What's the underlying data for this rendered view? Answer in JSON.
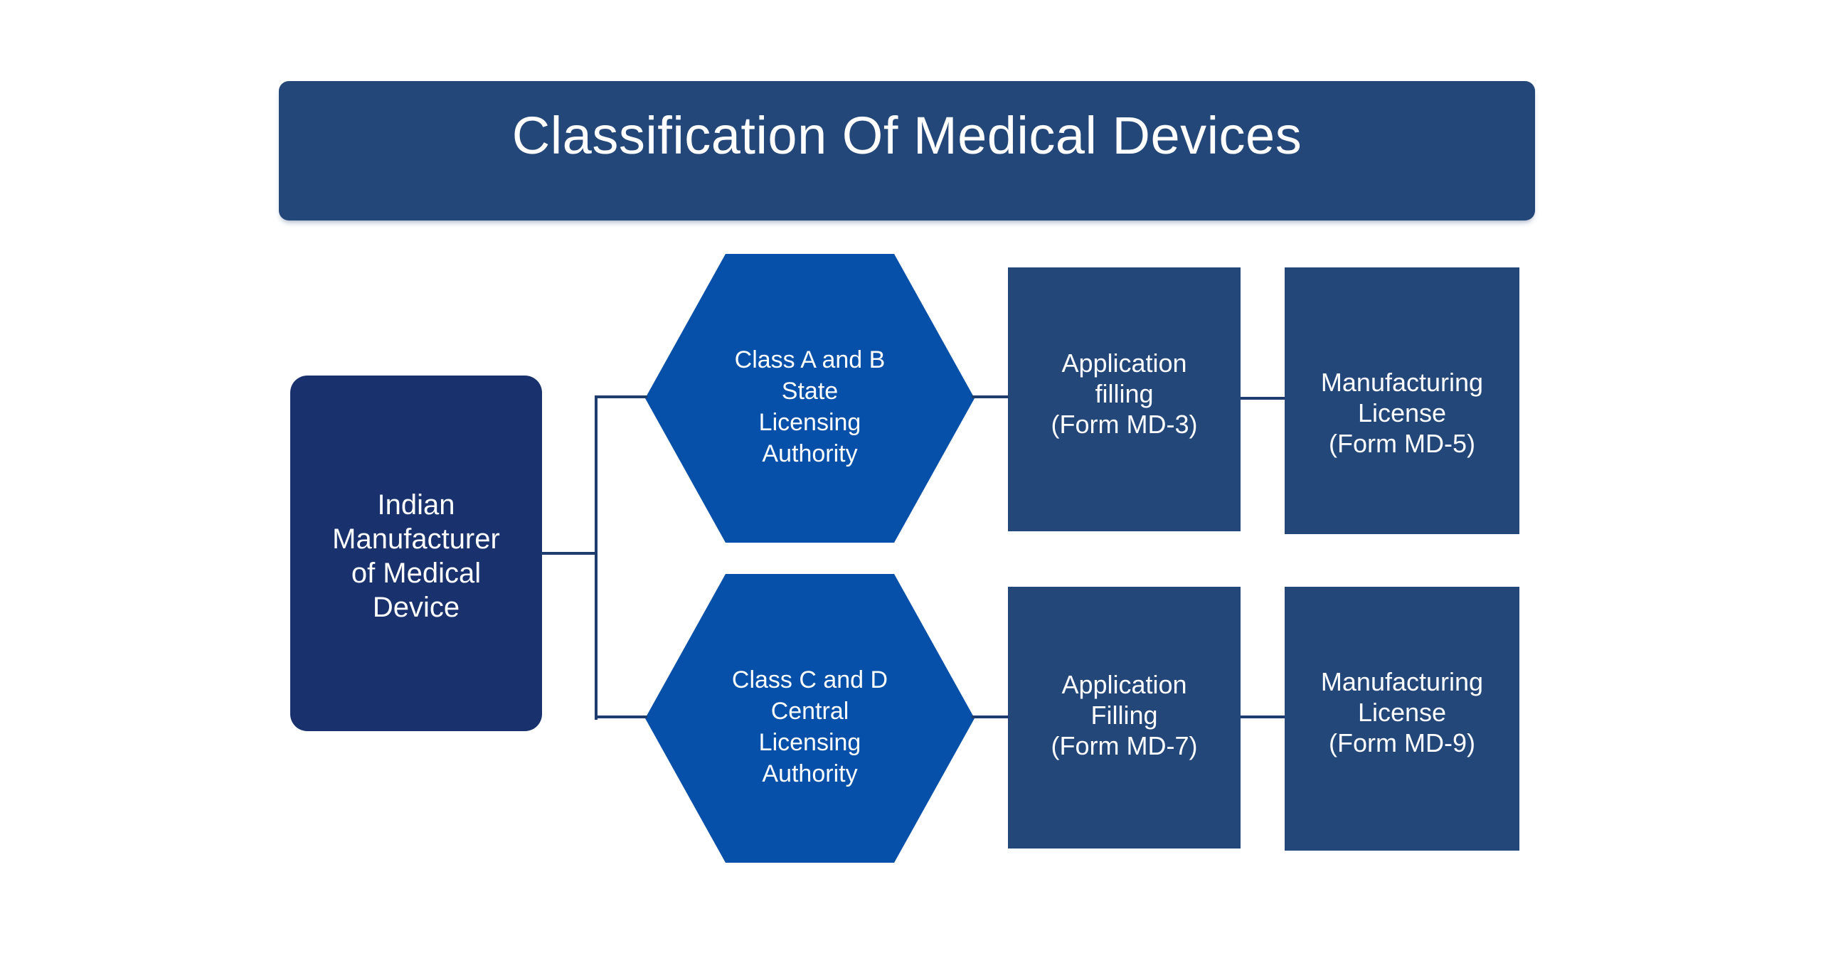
{
  "title": {
    "text": "Classification Of Medical Devices"
  },
  "nodes": {
    "manufacturer": {
      "lines": [
        "Indian",
        "Manufacturer",
        "of Medical",
        "Device"
      ]
    },
    "hex_ab": {
      "lines": [
        "Class A and B",
        "State",
        "Licensing",
        "Authority"
      ]
    },
    "hex_cd": {
      "lines": [
        "Class C and D",
        "Central",
        "Licensing",
        "Authority"
      ]
    },
    "md3": {
      "lines": [
        "Application",
        "filling",
        "(Form MD-3)"
      ]
    },
    "md5": {
      "lines": [
        "Manufacturing",
        "License",
        "(Form MD-5)"
      ]
    },
    "md7": {
      "lines": [
        "Application",
        "Filling",
        "(Form MD-7)"
      ]
    },
    "md9": {
      "lines": [
        "Manufacturing",
        "License",
        "(Form MD-9)"
      ]
    }
  },
  "colors": {
    "background": "#FFFFFF",
    "banner": "#24477A",
    "rect": "#24477A",
    "left_box": "#19326E",
    "hexagon": "#0750A9",
    "line": "#1E3C6E",
    "text": "#FFFFFF"
  }
}
